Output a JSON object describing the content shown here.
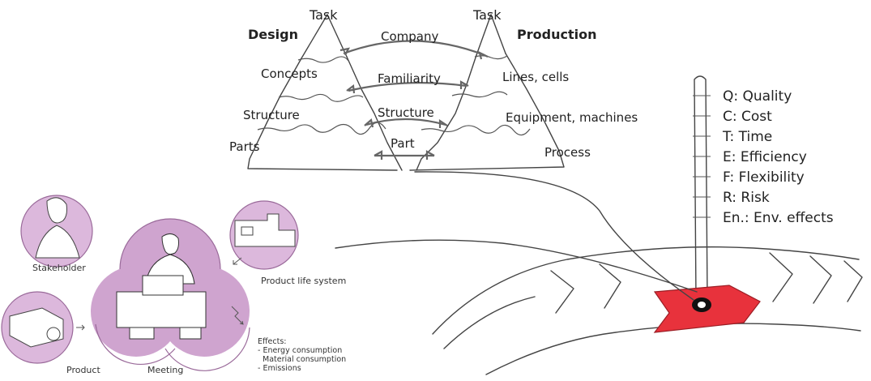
{
  "pyramids": {
    "design": {
      "apex": "Task",
      "title": "Design",
      "levels": [
        "Concepts",
        "Structure",
        "Parts"
      ]
    },
    "production": {
      "apex": "Task",
      "title": "Production",
      "levels": [
        "Lines, cells",
        "Equipment, machines",
        "Process"
      ]
    },
    "links": [
      "Company",
      "Familiarity",
      "Structure",
      "Part"
    ]
  },
  "criteria": [
    "Q: Quality",
    "C: Cost",
    "T: Time",
    "E: Efficiency",
    "F: Flexibility",
    "R: Risk",
    "En.: Env. effects"
  ],
  "life_system": {
    "stakeholder": "Stakeholder",
    "product": "Product",
    "meeting": "Meeting",
    "product_life_system": "Product life system",
    "effects_title": "Effects:",
    "effects": [
      "- Energy consumption",
      "  Material consumption",
      "- Emissions"
    ]
  },
  "colors": {
    "accent_red": "#e8323c",
    "pink": "#dcb8dc",
    "ink": "#222222"
  }
}
